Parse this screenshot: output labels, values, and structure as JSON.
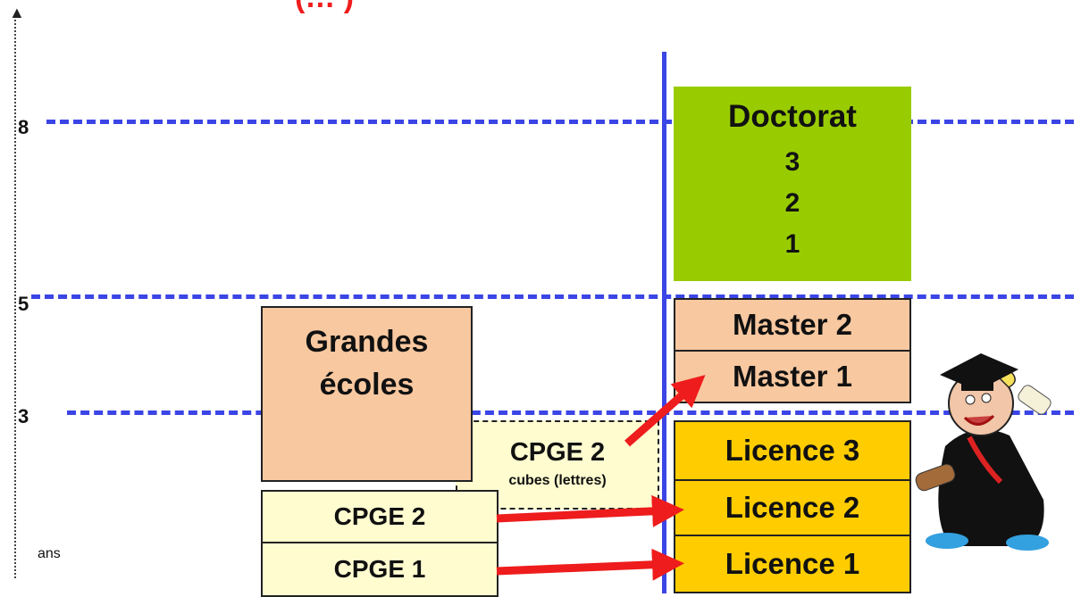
{
  "title_fragment": "(… )",
  "axis": {
    "unit_label": "ans",
    "ticks": [
      "8",
      "5",
      "3"
    ]
  },
  "university": {
    "doctorat": {
      "label": "Doctorat",
      "years": [
        "3",
        "2",
        "1"
      ],
      "color": "#99cc00"
    },
    "master": [
      "Master 2",
      "Master 1"
    ],
    "licence": [
      "Licence 3",
      "Licence 2",
      "Licence 1"
    ],
    "master_color": "#f8c8a0",
    "licence_color": "#ffcc00"
  },
  "grandes_ecoles": {
    "lines": [
      "Grandes",
      "écoles"
    ],
    "color": "#f8c8a0"
  },
  "cpge": {
    "cpge2": "CPGE 2",
    "cpge1": "CPGE 1",
    "cubes_title": "CPGE 2",
    "cubes_sub": "cubes (lettres)",
    "color": "#fffcd0"
  },
  "colors": {
    "dashed_lines": "#3b45e6",
    "arrows": "#ee1c1c"
  },
  "icons": {
    "graduate": "graduate-cartoon-icon"
  }
}
